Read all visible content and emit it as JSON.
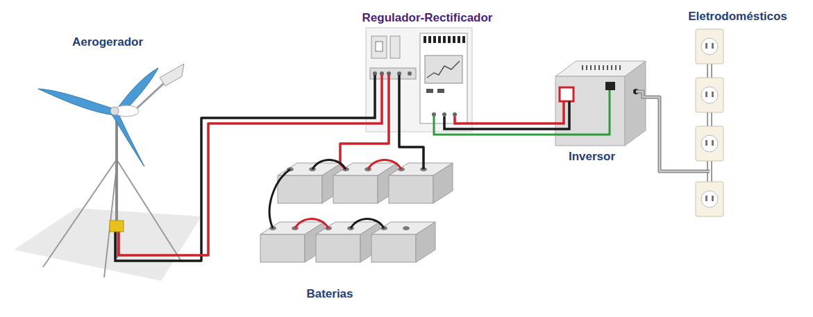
{
  "diagram": {
    "nodes": [
      {
        "text": [
          "Aerogerador"
        ]
      },
      {
        "text": [
          "Regulador-Rectificador"
        ]
      },
      {
        "text": [
          "Baterias"
        ]
      },
      {
        "text": [
          "Inversor"
        ]
      },
      {
        "text": [
          "Eletrodomésticos"
        ]
      }
    ],
    "edges": [
      {
        "from": 0,
        "to": 1,
        "arrow": "none"
      },
      {
        "from": 1,
        "to": 2,
        "arrow": "none"
      },
      {
        "from": 1,
        "to": 3,
        "arrow": "none"
      },
      {
        "from": 3,
        "to": 4,
        "arrow": "none"
      }
    ]
  }
}
